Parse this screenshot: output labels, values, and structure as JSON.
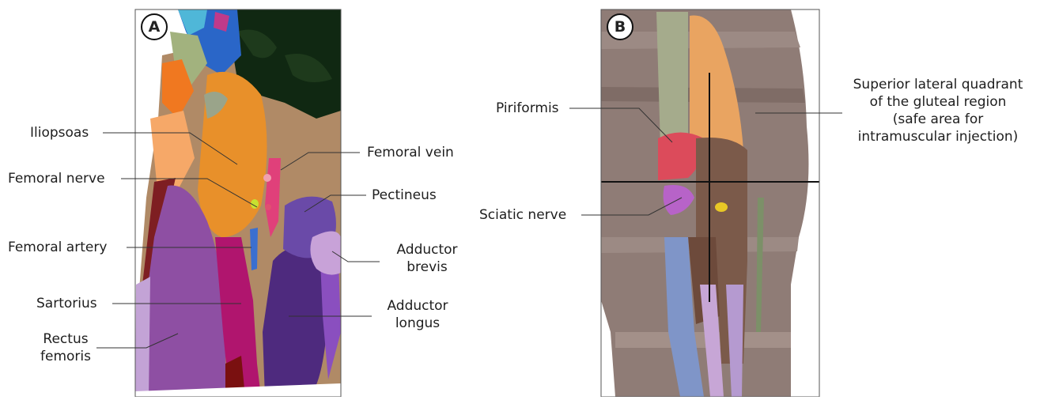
{
  "panel_a": {
    "badge": "A",
    "labels": {
      "iliopsoas": "Iliopsoas",
      "femoral_nerve": "Femoral nerve",
      "femoral_artery": "Femoral artery",
      "sartorius": "Sartorius",
      "rectus_femoris_line1": "Rectus",
      "rectus_femoris_line2": "femoris",
      "femoral_vein": "Femoral vein",
      "pectineus": "Pectineus",
      "adductor_brevis_line1": "Adductor",
      "adductor_brevis_line2": "brevis",
      "adductor_longus_line1": "Adductor",
      "adductor_longus_line2": "longus"
    }
  },
  "panel_b": {
    "badge": "B",
    "labels": {
      "piriformis": "Piriformis",
      "sciatic_nerve": "Sciatic nerve",
      "quadrant_line1": "Superior lateral quadrant",
      "quadrant_line2": "of the gluteal region",
      "quadrant_line3": "(safe area for",
      "quadrant_line4": "intramuscular injection)"
    }
  },
  "colors": {
    "tissue_background": "#b08a66",
    "iliopsoas": "#e8902a",
    "sartorius": "#b0156e",
    "rectus_femoris": "#8e4fa3",
    "adductor_longus": "#4e2a7e",
    "adductor_brevis": "#c8a2d8",
    "pectineus": "#6a4aa8",
    "femoral_vessels": "#e0407a",
    "femoral_artery": "#3a6fd0",
    "femoral_nerve": "#c8e030",
    "gluteal_tissue": "#8f7c76",
    "gluteus": "#e9a461",
    "piriformis": "#dc4b5b",
    "sciatic_nerve": "#b763c8",
    "hamstring": "#7b5a4a",
    "leader_line": "#333333"
  }
}
